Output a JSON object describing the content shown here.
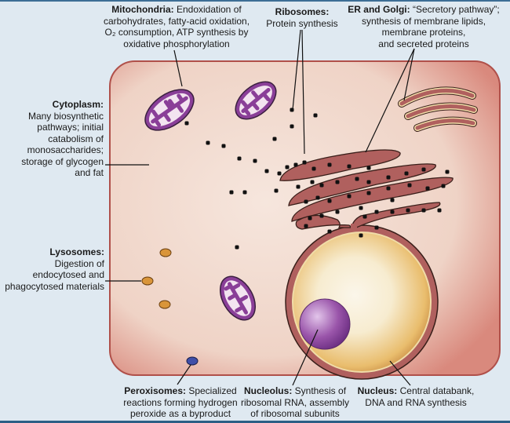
{
  "labels": {
    "mitochondria": {
      "title": "Mitochondria:",
      "lines": [
        "Endoxidation of",
        "carbohydrates, fatty-acid oxidation,",
        "O₂ consumption, ATP synthesis by",
        "oxidative phosphorylation"
      ]
    },
    "ribosomes": {
      "title": "Ribosomes:",
      "lines": [
        "Protein synthesis"
      ]
    },
    "er_golgi": {
      "title": "ER and Golgi:",
      "lines": [
        "“Secretory pathway”;",
        "synthesis of membrane lipids,",
        "membrane proteins,",
        "and secreted proteins"
      ]
    },
    "cytoplasm": {
      "title": "Cytoplasm:",
      "lines": [
        "Many biosynthetic",
        "pathways; initial",
        "catabolism of",
        "monosaccharides;",
        "storage of glycogen",
        "and fat"
      ]
    },
    "lysosomes": {
      "title": "Lysosomes:",
      "lines": [
        "Digestion of",
        "endocytosed and",
        "phagocytosed materials"
      ]
    },
    "peroxisomes": {
      "title": "Peroxisomes:",
      "lines": [
        "Specialized",
        "reactions forming hydrogen",
        "peroxide as a byproduct"
      ]
    },
    "nucleolus": {
      "title": "Nucleolus:",
      "lines": [
        "Synthesis of",
        "ribosomal RNA, assembly",
        "of ribosomal subunits"
      ]
    },
    "nucleus": {
      "title": "Nucleus:",
      "lines": [
        "Central databank,",
        "DNA and RNA synthesis"
      ]
    }
  },
  "colors": {
    "background": "#dfe9f1",
    "cell_membrane": "#b0504a",
    "mitochondria": "#8a3f98",
    "er_golgi": "#b0605e",
    "nucleus": "#e8b868",
    "nucleolus": "#8e4aa0",
    "lysosome": "#d9953a",
    "peroxisome": "#3f4fa8"
  }
}
